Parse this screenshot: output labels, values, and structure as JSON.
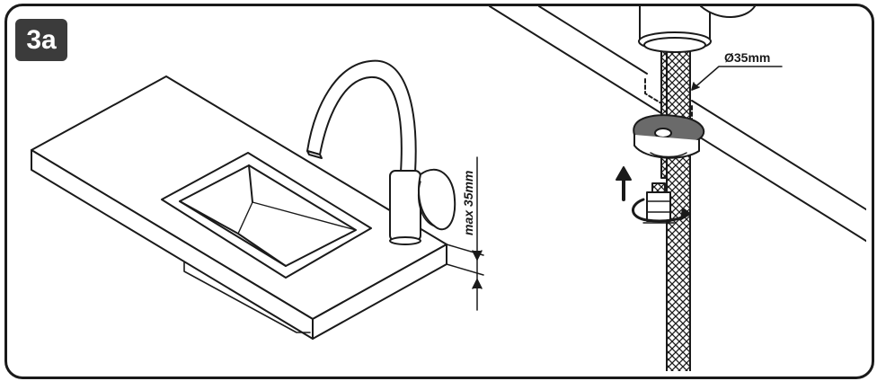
{
  "step": {
    "label": "3a"
  },
  "dimensions": {
    "max_thickness": "max 35mm",
    "hole_diameter": "Ø35mm"
  },
  "colors": {
    "line": "#1a1a1a",
    "badge_bg": "#3b3b3b",
    "badge_text": "#ffffff",
    "washer": "#6a6a6a"
  },
  "icons": [
    "up-arrow-icon",
    "rotate-arrow-icon"
  ]
}
